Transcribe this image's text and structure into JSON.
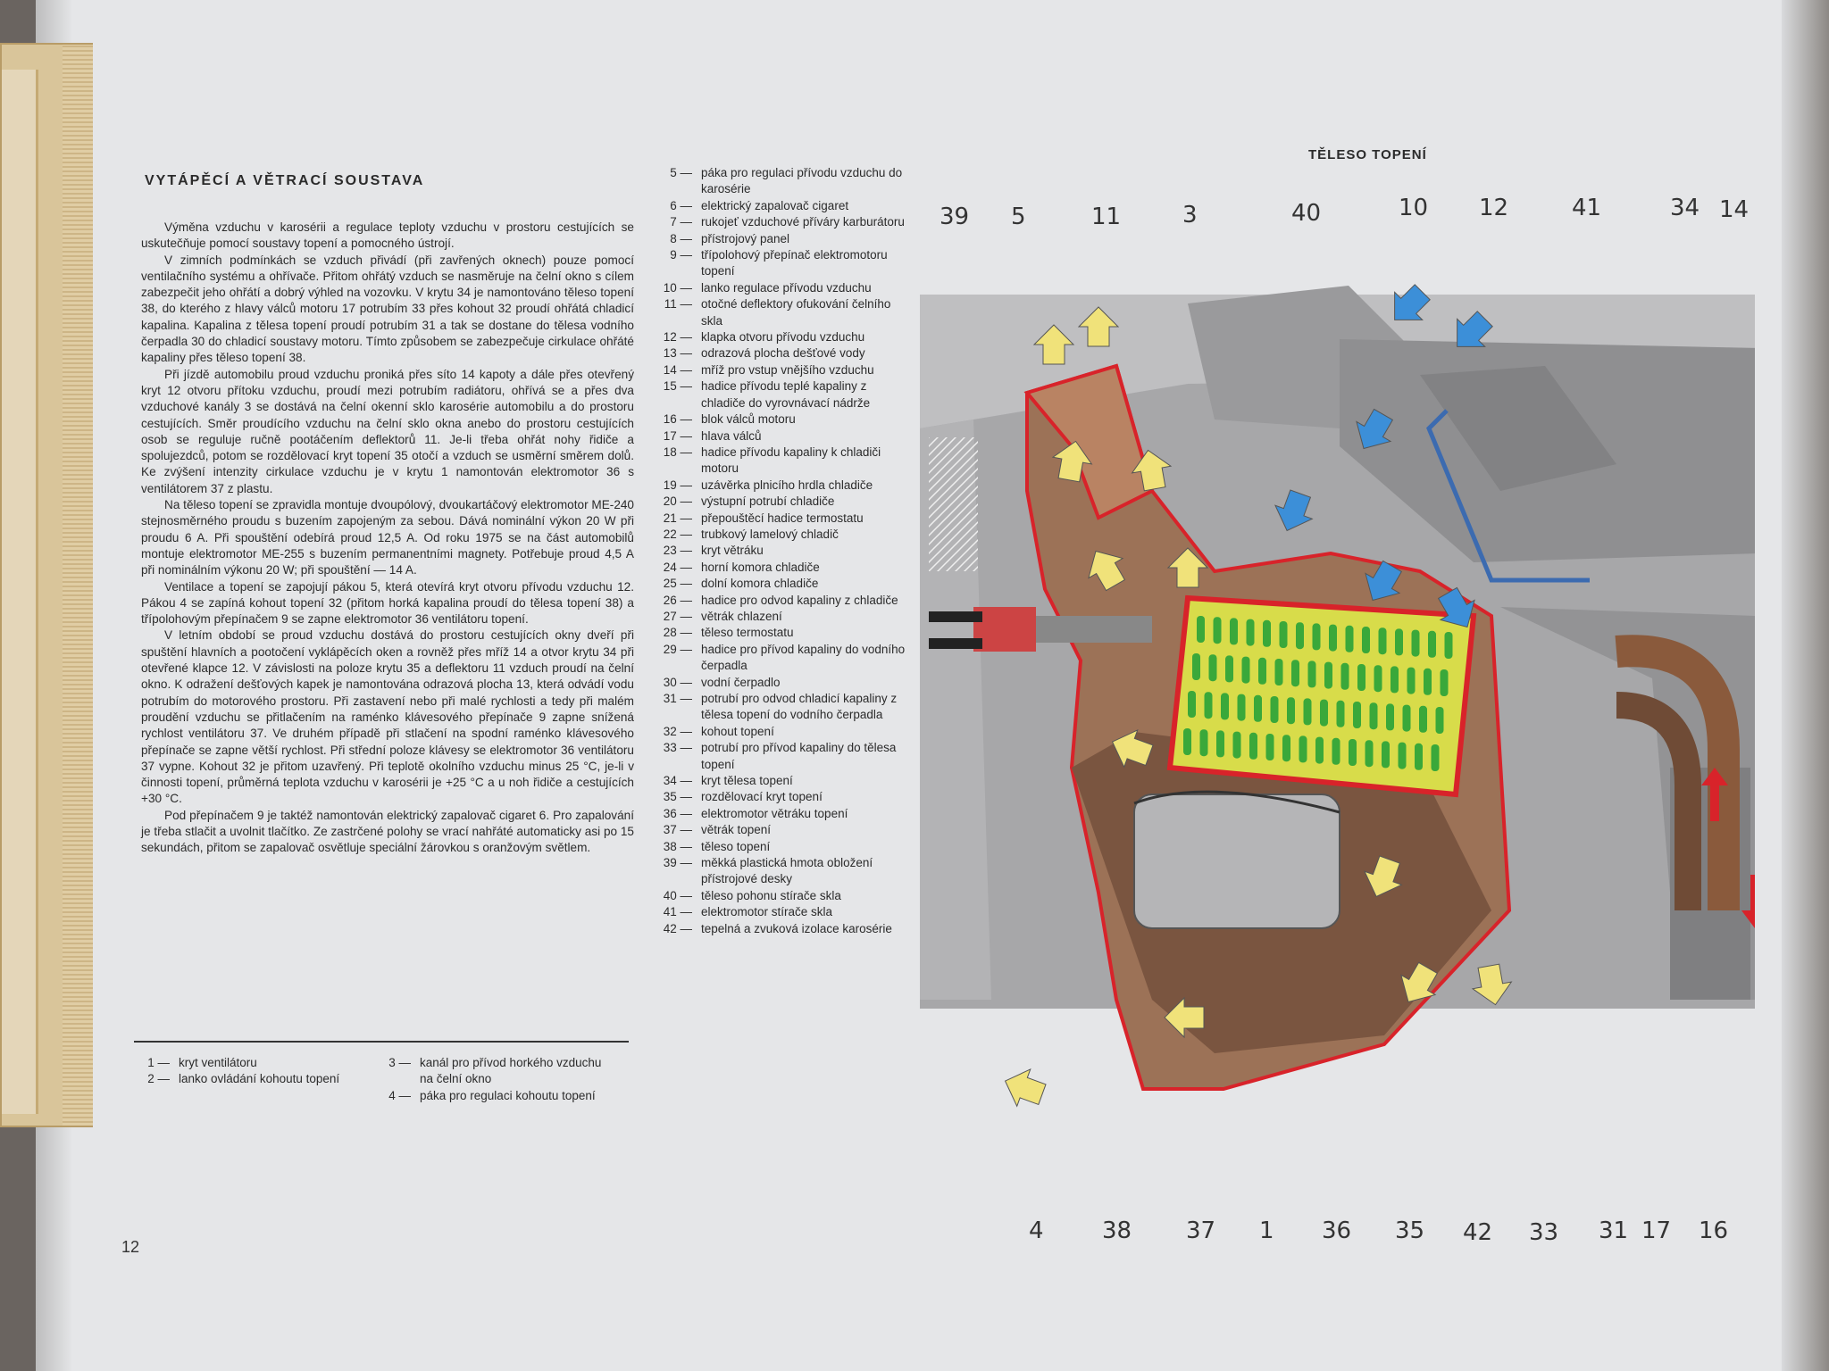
{
  "page": {
    "heading": "VYTÁPĚCÍ A VĚTRACÍ SOUSTAVA",
    "page_number": "12",
    "paragraphs": [
      "Výměna vzduchu v karosérii a regulace teploty vzduchu v prostoru cestujících se uskutečňuje pomocí soustavy topení a pomocného ústrojí.",
      "V zimních podmínkách se vzduch přivádí (při zavřených oknech) pouze pomocí ventilačního systému a ohřívače. Přitom ohřátý vzduch se nasměruje na čelní okno s cílem zabezpečit jeho ohřátí a dobrý výhled na vozovku. V krytu 34 je namontováno těleso topení 38, do kterého z hlavy válců motoru 17 potrubím 33 přes kohout 32 proudí ohřátá chladicí kapalina. Kapalina z tělesa topení proudí potrubím 31 a tak se dostane do tělesa vodního čerpadla 30 do chladicí soustavy motoru. Tímto způsobem se zabezpečuje cirkulace ohřáté kapaliny přes těleso topení 38.",
      "Při jízdě automobilu proud vzduchu proniká přes síto 14 kapoty a dále přes otevřený kryt 12 otvoru přítoku vzduchu, proudí mezi potrubím radiátoru, ohřívá se a přes dva vzduchové kanály 3 se dostává na čelní okenní sklo karosérie automobilu a do prostoru cestujících. Směr proudícího vzduchu na čelní sklo okna anebo do prostoru cestujících osob se reguluje ručně pootáčením deflektorů 11. Je-li třeba ohřát nohy řidiče a spolujezdců, potom se rozdělovací kryt topení 35 otočí a vzduch se usměrní směrem dolů. Ke zvýšení intenzity cirkulace vzduchu je v krytu 1 namontován elektromotor 36 s ventilátorem 37 z plastu.",
      "Na těleso topení se zpravidla montuje dvoupólový, dvoukartáčový elektromotor ME-240 stejnosměrného proudu s buzením zapojeným za sebou. Dává nominální výkon 20 W při proudu 6 A. Při spouštění odebírá proud 12,5 A. Od roku 1975 se na část automobilů montuje elektromotor ME-255 s buzením permanentními magnety. Potřebuje proud 4,5 A při nominálním výkonu 20 W; při spouštění — 14 A.",
      "Ventilace a topení se zapojují pákou 5, která otevírá kryt otvoru přívodu vzduchu 12. Pákou 4 se zapíná kohout topení 32 (přitom horká kapalina proudí do tělesa topení 38) a třípolohovým přepínačem 9 se zapne elektromotor 36 ventilátoru topení.",
      "V letním období se proud vzduchu dostává do prostoru cestujících okny dveří při spuštění hlavních a pootočení vyklápěcích oken a rovněž přes mříž 14 a otvor krytu 34 při otevřené klapce 12. V závislosti na poloze krytu 35 a deflektoru 11 vzduch proudí na čelní okno. K odražení dešťových kapek je namontována odrazová plocha 13, která odvádí vodu potrubím do motorového prostoru. Při zastavení nebo při malé rychlosti a tedy při malém proudění vzduchu se přitlačením na raménko klávesového přepínače 9 zapne snížená rychlost ventilátoru 37. Ve druhém případě při stlačení na spodní raménko klávesového přepínače se zapne větší rychlost. Při střední poloze klávesy se elektromotor 36 ventilátoru 37 vypne. Kohout 32 je přitom uzavřený. Při teplotě okolního vzduchu minus 25 °C, je-li v činnosti topení, průměrná teplota vzduchu v karosérii je +25 °C a u noh řidiče a cestujících +30 °C.",
      "Pod přepínačem 9 je taktéž namontován elektrický zapalovač cigaret 6. Pro zapalování je třeba stlačit a uvolnit tlačítko. Ze zastrčené polohy se vrací nahřáté automaticky asi po 15 sekundách, přitom se zapalovač osvětluje speciální žárovkou s oranžovým světlem."
    ],
    "legend_bottom_left": [
      {
        "n": "1",
        "t": "kryt ventilátoru"
      },
      {
        "n": "2",
        "t": "lanko ovládání kohoutu topení"
      }
    ],
    "legend_bottom_mid": [
      {
        "n": "3",
        "t": "kanál pro přívod horkého vzduchu na čelní okno"
      },
      {
        "n": "4",
        "t": "páka pro regulaci kohoutu topení"
      }
    ],
    "legend_right": [
      {
        "n": "5",
        "t": "páka pro regulaci přívodu vzduchu do karosérie"
      },
      {
        "n": "6",
        "t": "elektrický zapalovač cigaret"
      },
      {
        "n": "7",
        "t": "rukojeť vzduchové příváry karburátoru"
      },
      {
        "n": "8",
        "t": "přístrojový panel"
      },
      {
        "n": "9",
        "t": "třípolohový přepínač elektromotoru topení"
      },
      {
        "n": "10",
        "t": "lanko regulace přívodu vzduchu"
      },
      {
        "n": "11",
        "t": "otočné deflektory ofukování čelního skla"
      },
      {
        "n": "12",
        "t": "klapka otvoru přívodu vzduchu"
      },
      {
        "n": "13",
        "t": "odrazová plocha dešťové vody"
      },
      {
        "n": "14",
        "t": "mříž pro vstup vnějšího vzduchu"
      },
      {
        "n": "15",
        "t": "hadice přívodu teplé kapaliny z chladiče do vyrovnávací nádrže"
      },
      {
        "n": "16",
        "t": "blok válců motoru"
      },
      {
        "n": "17",
        "t": "hlava válců"
      },
      {
        "n": "18",
        "t": "hadice přívodu kapaliny k chladiči motoru"
      },
      {
        "n": "19",
        "t": "uzávěrka plnicího hrdla chladiče"
      },
      {
        "n": "20",
        "t": "výstupní potrubí chladiče"
      },
      {
        "n": "21",
        "t": "přepouštěcí hadice termostatu"
      },
      {
        "n": "22",
        "t": "trubkový lamelový chladič"
      },
      {
        "n": "23",
        "t": "kryt větráku"
      },
      {
        "n": "24",
        "t": "horní komora chladiče"
      },
      {
        "n": "25",
        "t": "dolní komora chladiče"
      },
      {
        "n": "26",
        "t": "hadice pro odvod kapaliny z chladiče"
      },
      {
        "n": "27",
        "t": "větrák chlazení"
      },
      {
        "n": "28",
        "t": "těleso termostatu"
      },
      {
        "n": "29",
        "t": "hadice pro přívod kapaliny do vodního čerpadla"
      },
      {
        "n": "30",
        "t": "vodní čerpadlo"
      },
      {
        "n": "31",
        "t": "potrubí pro odvod chladicí kapaliny z tělesa topení do vodního čerpadla"
      },
      {
        "n": "32",
        "t": "kohout topení"
      },
      {
        "n": "33",
        "t": "potrubí pro přívod kapaliny do tělesa topení"
      },
      {
        "n": "34",
        "t": "kryt tělesa topení"
      },
      {
        "n": "35",
        "t": "rozdělovací kryt topení"
      },
      {
        "n": "36",
        "t": "elektromotor větráku topení"
      },
      {
        "n": "37",
        "t": "větrák topení"
      },
      {
        "n": "38",
        "t": "těleso topení"
      },
      {
        "n": "39",
        "t": "měkká plastická hmota obložení přístrojové desky"
      },
      {
        "n": "40",
        "t": "těleso pohonu stírače skla"
      },
      {
        "n": "41",
        "t": "elektromotor stírače skla"
      },
      {
        "n": "42",
        "t": "tepelná a zvuková izolace karosérie"
      }
    ]
  },
  "diagram": {
    "title": "TĚLESO TOPENÍ",
    "top_callouts": [
      "39",
      "5",
      "11",
      "3",
      "40",
      "10",
      "12",
      "41",
      "34",
      "14"
    ],
    "bottom_callouts": [
      "4",
      "38",
      "37",
      "1",
      "36",
      "35",
      "42",
      "33",
      "31",
      "17",
      "16"
    ],
    "colors": {
      "housing": "#9c7257",
      "housing_dark": "#6f4b36",
      "gasket_red": "#d8232a",
      "radiator_yellow": "#d8dc4a",
      "radiator_fins": "#3aa83a",
      "arrow_yellow": "#f0e27a",
      "arrow_blue": "#3c8fd8",
      "background_grey": "#a7a7a9"
    }
  }
}
